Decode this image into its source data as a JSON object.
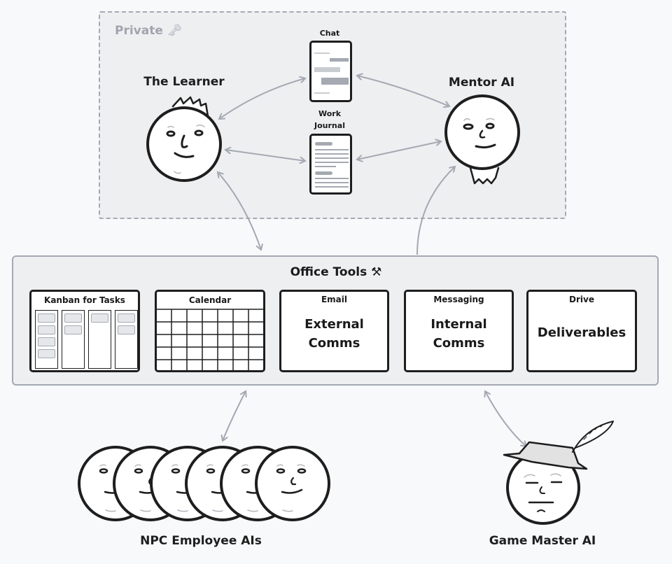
{
  "private": {
    "label": "Private",
    "icon": "key-icon",
    "icon_glyph": "🗝"
  },
  "actors": {
    "learner": "The Learner",
    "mentor": "Mentor AI",
    "npc": "NPC Employee AIs",
    "game_master": "Game Master AI"
  },
  "documents": {
    "chat": "Chat",
    "journal_line1": "Work",
    "journal_line2": "Journal"
  },
  "office_tools": {
    "title": "Office Tools",
    "icon": "hammer-pick-icon",
    "icon_glyph": "⚒",
    "tools": [
      {
        "name": "Kanban for Tasks",
        "content": []
      },
      {
        "name": "Calendar",
        "content": []
      },
      {
        "name": "Email",
        "content": [
          "External",
          "Comms"
        ]
      },
      {
        "name": "Messaging",
        "content": [
          "Internal",
          "Comms"
        ]
      },
      {
        "name": "Drive",
        "content": [
          "Deliverables"
        ]
      }
    ]
  },
  "colors": {
    "stroke": "#1e1e1e",
    "arrow": "#a4a9b2",
    "panel": "#eeeff1",
    "background": "#f8f9fb",
    "hat": "#e2e2e2"
  }
}
